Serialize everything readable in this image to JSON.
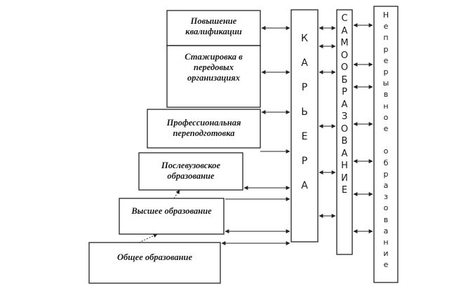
{
  "steps": [
    {
      "id": "qualification",
      "label": "Повышение квалификации"
    },
    {
      "id": "internship",
      "label": "Стажировка в передовых организациях"
    },
    {
      "id": "retraining",
      "label": "Профессиональная переподготовка"
    },
    {
      "id": "postgraduate",
      "label": "Послевузовское образование"
    },
    {
      "id": "higher",
      "label": "Высшее образование"
    },
    {
      "id": "general",
      "label": "Общее образование"
    }
  ],
  "columns": {
    "career": "КАРЬЕРА",
    "self_education": "САМООБРАЗОВАНИЕ",
    "continuous": "Непрерывное образование"
  }
}
